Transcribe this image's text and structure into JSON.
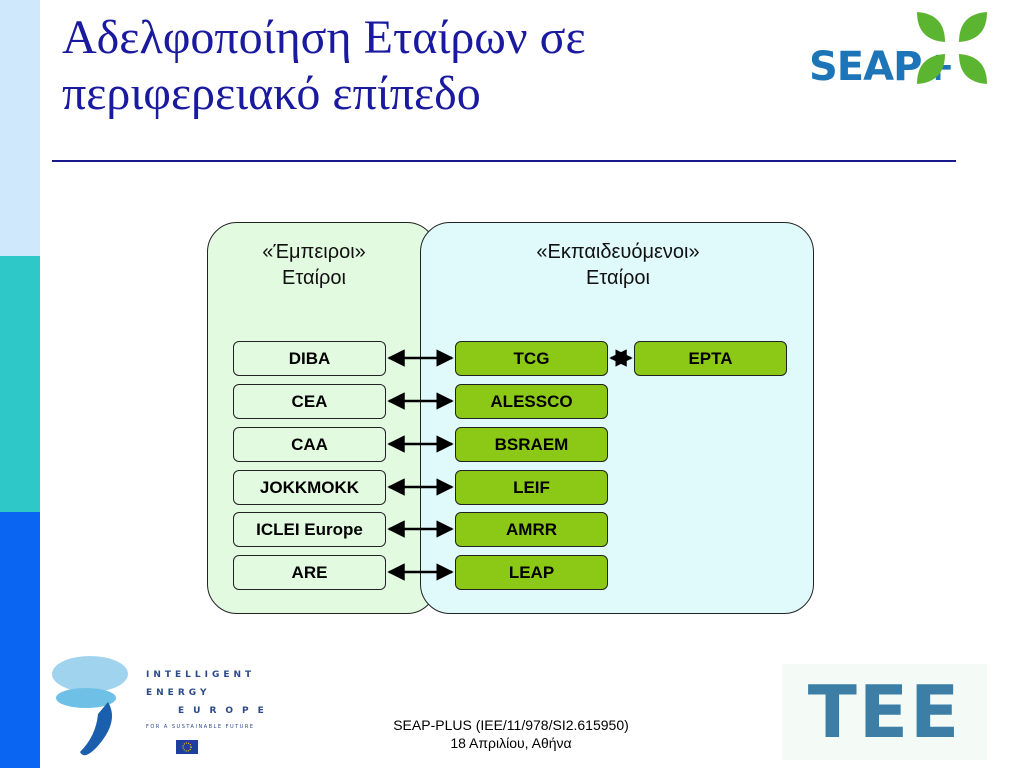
{
  "title": {
    "line1": "Αδελφοποίηση Εταίρων σε",
    "line2": "περιφερειακό επίπεδο"
  },
  "logos": {
    "seap": {
      "text": "SEAP+",
      "colors": {
        "text": "#1d75b8",
        "leaves": "#5cb531"
      }
    },
    "iee": {
      "line1": "INTELLIGENT",
      "line2": "ENERGY",
      "line3": "EUROPE",
      "tagline": "FOR A SUSTAINABLE FUTURE"
    },
    "tee": {
      "text": "TEE",
      "color": "#3c7ea6"
    }
  },
  "diagram": {
    "experienced": {
      "title_line1": "«Έμπειροι»",
      "title_line2": "Εταίροι",
      "partners": [
        "DIBA",
        "CEA",
        "CAA",
        "JOKKMOKK",
        "ICLEI Europe",
        "ARE"
      ]
    },
    "trainee": {
      "title_line1": "«Εκπαιδευόμενοι»",
      "title_line2": "Εταίροι",
      "partners": [
        "TCG",
        "ALESSCO",
        "BSRAEM",
        "LEIF",
        "AMRR",
        "LEAP"
      ],
      "extra_partner": "EPTA"
    },
    "colors": {
      "experienced_bg": "#e2fae0",
      "trainee_bg": "#e0fafc",
      "trainee_node": "#8cc816"
    }
  },
  "footer": {
    "line1": "SEAP-PLUS (IEE/11/978/SI2.615950)",
    "line2": "18 Απριλίου, Αθήνα"
  }
}
